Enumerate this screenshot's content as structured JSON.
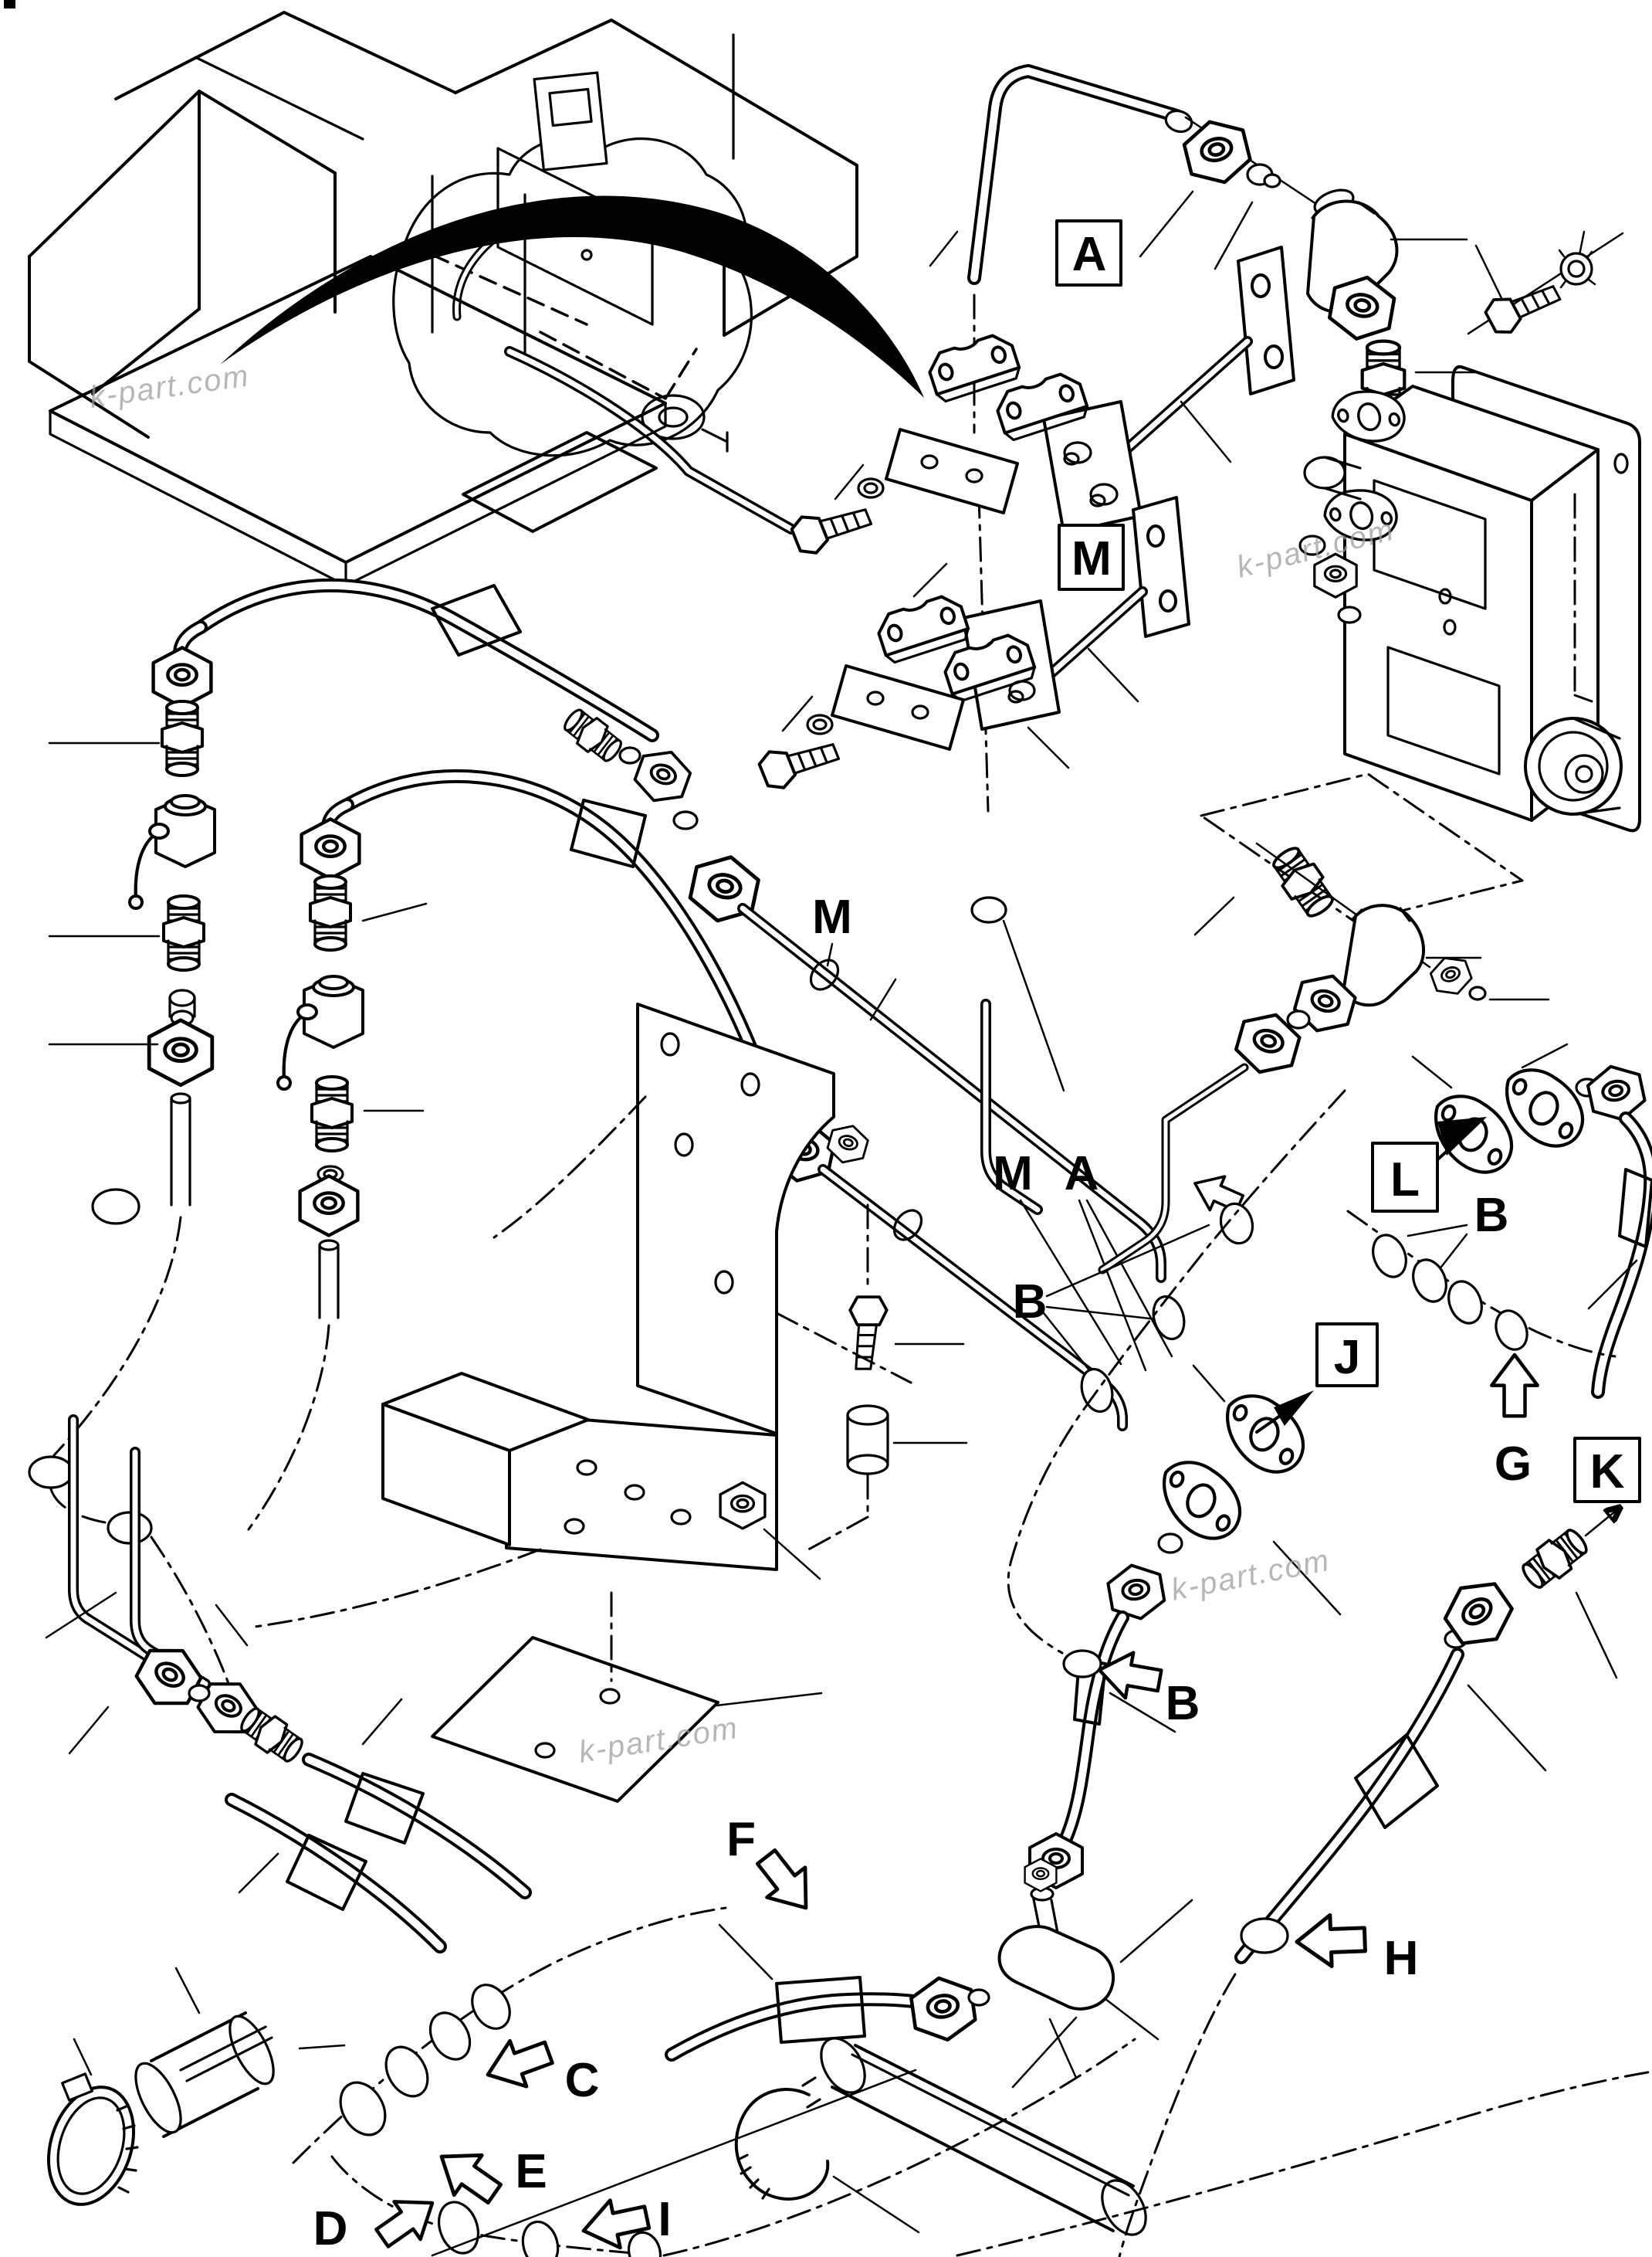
{
  "figure": {
    "kind": "exploded parts line diagram (hydraulic piping installation)",
    "background_color": "#ffffff",
    "line_color": "#000000",
    "watermark_color": "#9c9c9c"
  },
  "watermarks": {
    "text": "k-part.com"
  },
  "labels": {
    "box_a": "A",
    "box_m": "M",
    "box_l": "L",
    "box_j": "J",
    "box_k": "K",
    "pipe_m_upper": "M",
    "pipe_m_pair": "M",
    "pipe_a_pair": "A",
    "b_left": "B",
    "b_right": "B",
    "b_mid": "B",
    "g": "G",
    "h": "H",
    "f": "F",
    "c": "C",
    "e": "E",
    "i": "I",
    "d": "D"
  }
}
